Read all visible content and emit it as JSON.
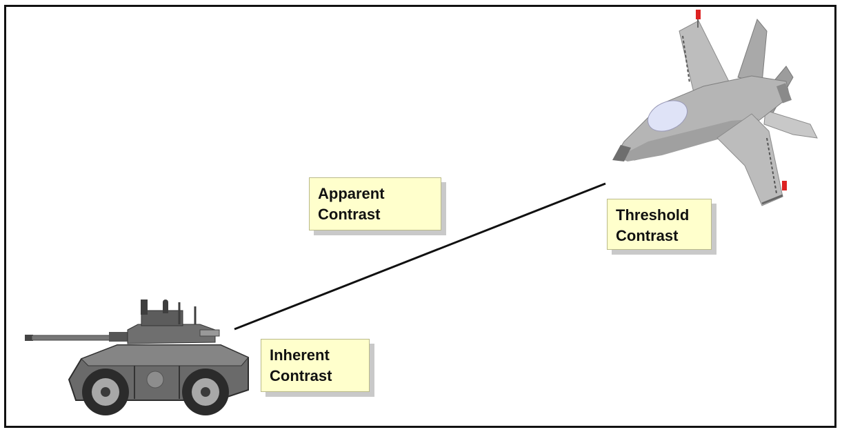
{
  "labels": {
    "apparent": {
      "line1": "Apparent",
      "line2": "Contrast"
    },
    "threshold": {
      "line1": "Threshold",
      "line2": "Contrast"
    },
    "inherent": {
      "line1": "Inherent",
      "line2": "Contrast"
    }
  },
  "icons": {
    "vehicle": "armored-vehicle-icon",
    "aircraft": "fighter-jet-icon"
  },
  "colors": {
    "label_fill": "#ffffcc",
    "line": "#111111"
  }
}
